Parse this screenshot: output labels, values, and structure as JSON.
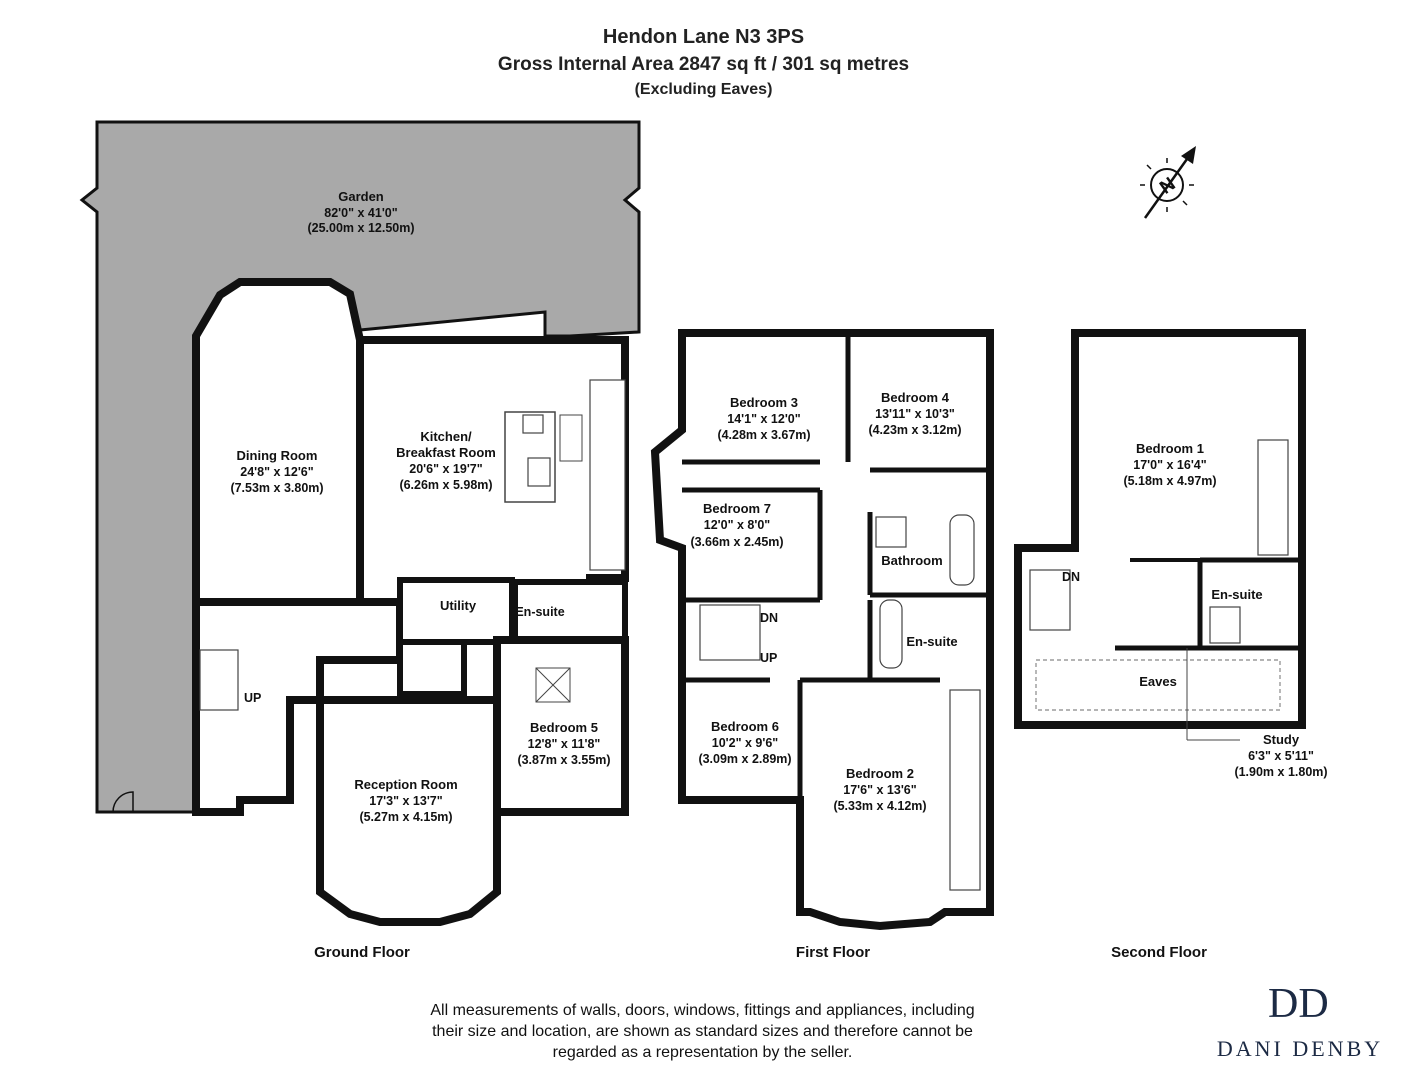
{
  "header": {
    "address": "Hendon Lane N3 3PS",
    "area": "Gross Internal Area 2847 sq ft / 301 sq metres",
    "note": "(Excluding Eaves)"
  },
  "floors": {
    "ground": "Ground Floor",
    "first": "First Floor",
    "second": "Second Floor"
  },
  "rooms": {
    "garden": {
      "name": "Garden",
      "imperial": "82'0\" x 41'0\"",
      "metric": "(25.00m x 12.50m)"
    },
    "dining": {
      "name": "Dining Room",
      "imperial": "24'8\" x 12'6\"",
      "metric": "(7.53m x 3.80m)"
    },
    "kitchen": {
      "name1": "Kitchen/",
      "name2": "Breakfast Room",
      "imperial": "20'6\" x 19'7\"",
      "metric": "(6.26m x 5.98m)"
    },
    "utility": {
      "name": "Utility"
    },
    "ensuite_g": {
      "name": "En-suite"
    },
    "bedroom5": {
      "name": "Bedroom 5",
      "imperial": "12'8\" x 11'8\"",
      "metric": "(3.87m x 3.55m)"
    },
    "reception": {
      "name": "Reception Room",
      "imperial": "17'3\" x 13'7\"",
      "metric": "(5.27m x 4.15m)"
    },
    "bedroom3": {
      "name": "Bedroom 3",
      "imperial": "14'1\" x 12'0\"",
      "metric": "(4.28m x 3.67m)"
    },
    "bedroom4": {
      "name": "Bedroom 4",
      "imperial": "13'11\" x 10'3\"",
      "metric": "(4.23m x 3.12m)"
    },
    "bedroom7": {
      "name": "Bedroom 7",
      "imperial": "12'0\" x 8'0\"",
      "metric": "(3.66m x 2.45m)"
    },
    "bathroom": {
      "name": "Bathroom"
    },
    "ensuite_f": {
      "name": "En-suite"
    },
    "bedroom6": {
      "name": "Bedroom 6",
      "imperial": "10'2\" x 9'6\"",
      "metric": "(3.09m x 2.89m)"
    },
    "bedroom2": {
      "name": "Bedroom 2",
      "imperial": "17'6\" x 13'6\"",
      "metric": "(5.33m x 4.12m)"
    },
    "bedroom1": {
      "name": "Bedroom 1",
      "imperial": "17'0\" x 16'4\"",
      "metric": "(5.18m x 4.97m)"
    },
    "ensuite_s": {
      "name": "En-suite"
    },
    "eaves": {
      "name": "Eaves"
    },
    "study": {
      "name": "Study",
      "imperial": "6'3\" x 5'11\"",
      "metric": "(1.90m x 1.80m)"
    }
  },
  "stairs": {
    "up": "UP",
    "dn": "DN"
  },
  "compass": {
    "letter": "N"
  },
  "disclaimer": {
    "line1": "All measurements of walls, doors, windows, fittings and appliances, including",
    "line2": "their size and location, are shown as standard sizes and therefore cannot be",
    "line3": "regarded as a representation by the seller."
  },
  "brand": {
    "monogram": "DD",
    "name": "DANI DENBY"
  }
}
